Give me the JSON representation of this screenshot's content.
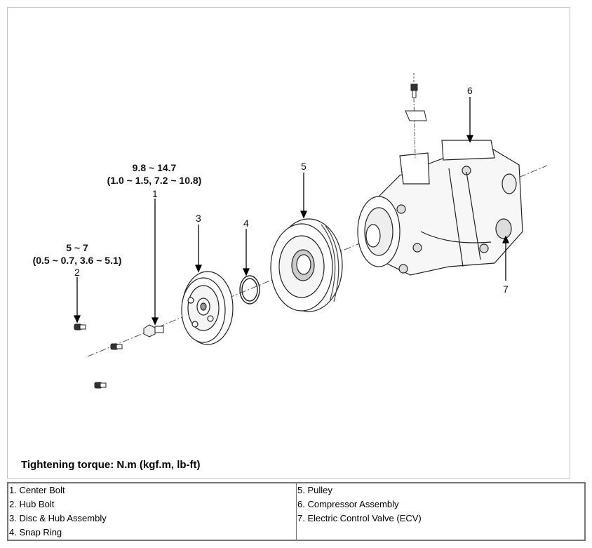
{
  "callouts": {
    "c1": {
      "num": "1",
      "torque_line1": "9.8 ~ 14.7",
      "torque_line2": "(1.0 ~ 1.5, 7.2 ~ 10.8)"
    },
    "c2": {
      "num": "2",
      "torque_line1": "5 ~ 7",
      "torque_line2": "(0.5 ~ 0.7, 3.6 ~ 5.1)"
    },
    "c3": {
      "num": "3"
    },
    "c4": {
      "num": "4"
    },
    "c5": {
      "num": "5"
    },
    "c6": {
      "num": "6"
    },
    "c7": {
      "num": "7"
    }
  },
  "note": "Tightening torque: N.m (kgf.m, lb-ft)",
  "legend": {
    "left": [
      "1. Center Bolt",
      "2. Hub Bolt",
      "3. Disc & Hub Assembly",
      "4. Snap Ring"
    ],
    "right": [
      "5. Pulley",
      "6. Compressor Assembly",
      "7. Electric Control Valve (ECV)"
    ]
  }
}
